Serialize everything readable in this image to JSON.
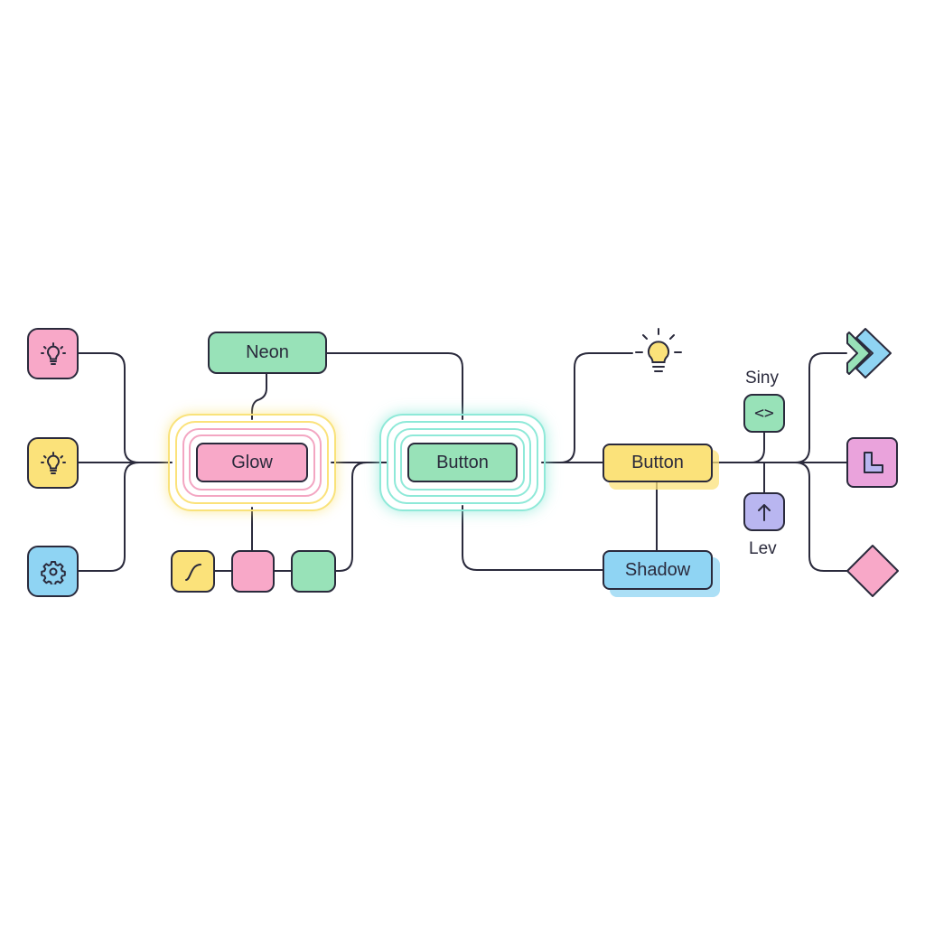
{
  "colors": {
    "pink": "#f8a8c8",
    "green": "#98e2b8",
    "yellow": "#fbe27a",
    "blue": "#8fd4f3",
    "lavender": "#b9b6f0",
    "stroke": "#2a2a3c",
    "glow_yellow": "#f9e27a",
    "glow_pink": "#f3a6c2",
    "glow_teal": "#8ee9d8"
  },
  "nodes": {
    "neon": {
      "label": "Neon"
    },
    "glow": {
      "label": "Glow"
    },
    "button_center": {
      "label": "Button"
    },
    "button_right": {
      "label": "Button"
    },
    "shadow": {
      "label": "Shadow"
    }
  },
  "labels": {
    "siny": "Siny",
    "lev": "Lev"
  },
  "icons": {
    "left_top": "lightbulb-icon",
    "left_mid": "lightbulb-icon",
    "left_bottom": "gear-icon",
    "curve": "curve-icon",
    "bulb_free": "lightbulb-icon",
    "code": "code-brackets-icon",
    "arrow_up": "arrow-up-icon",
    "double_chevron": "double-chevron-right-icon",
    "corner": "l-shape-icon",
    "diamond": "diamond-icon"
  }
}
